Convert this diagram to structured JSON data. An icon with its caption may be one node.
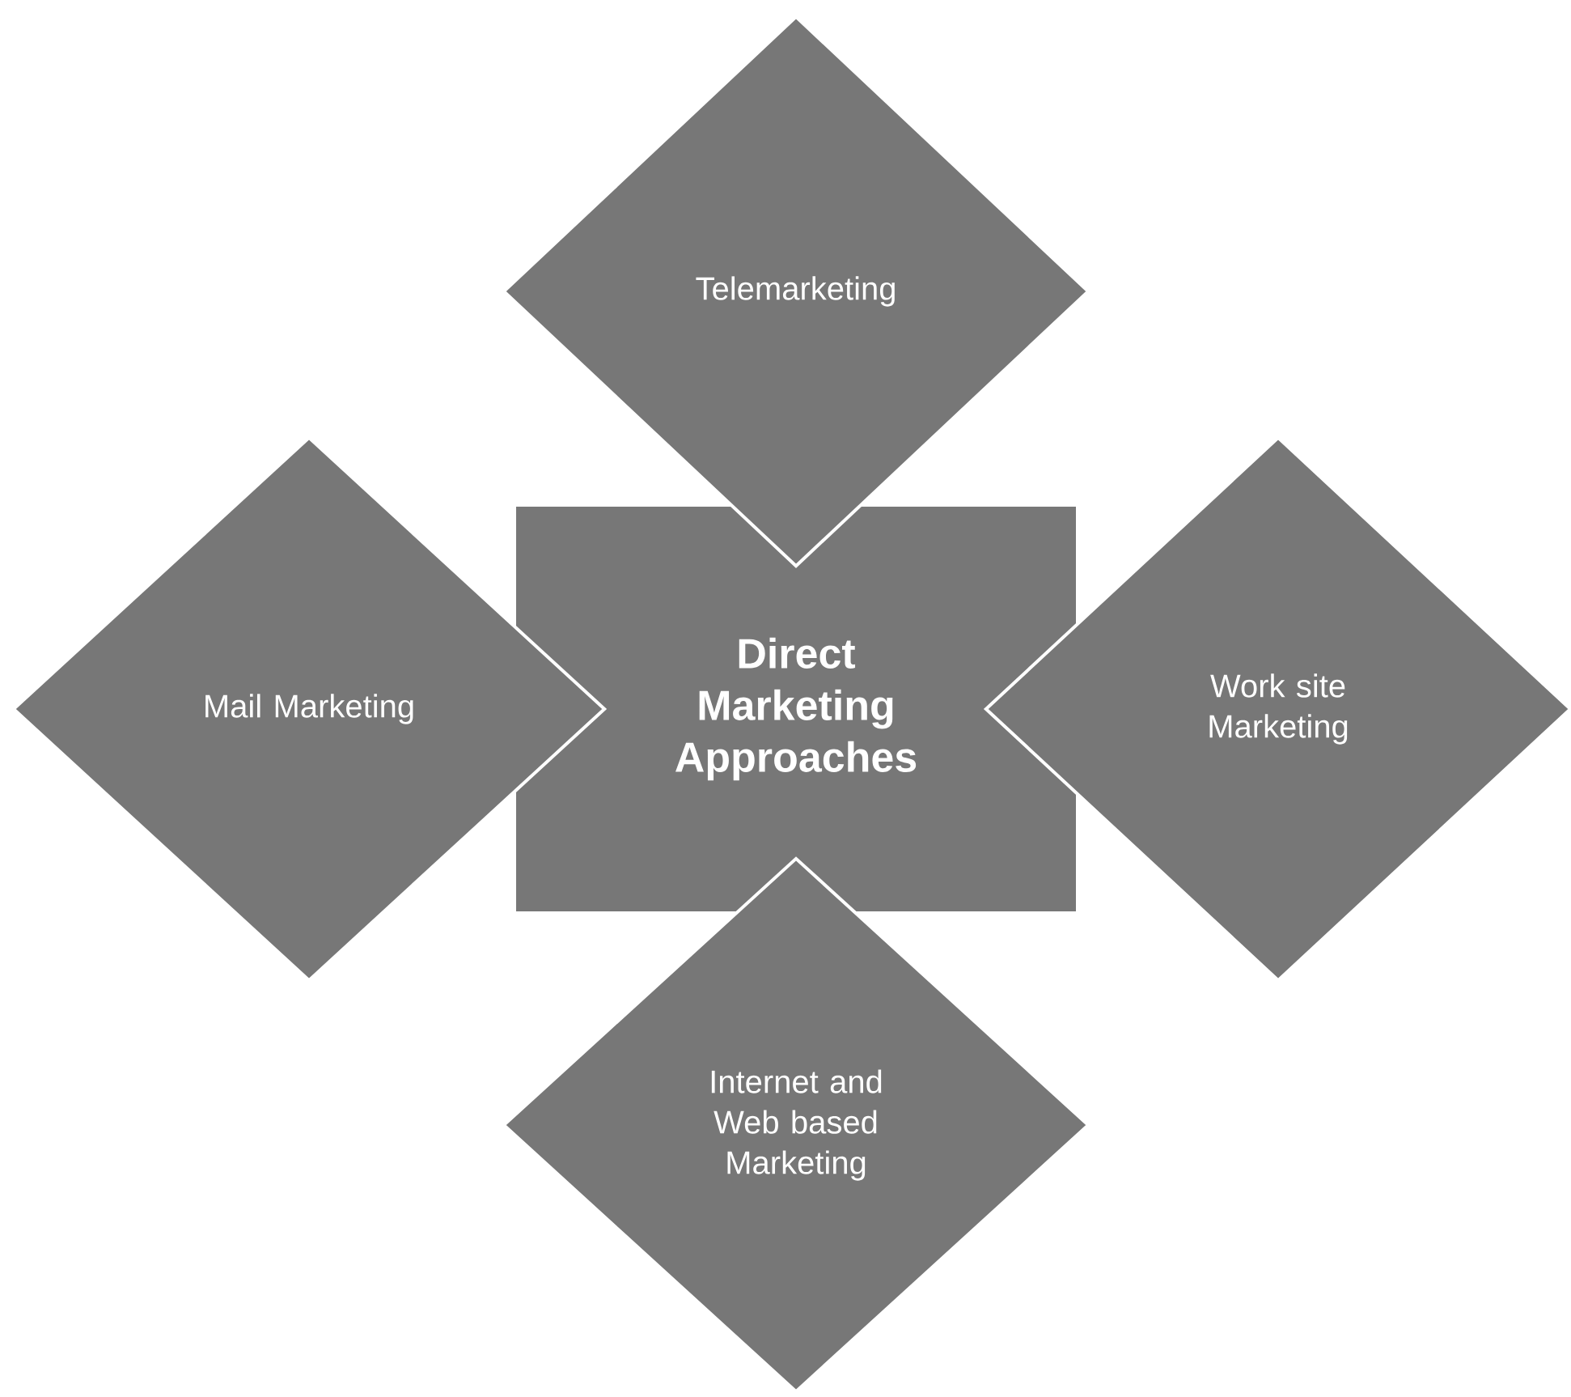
{
  "diagram": {
    "nodes": [
      {
        "text": [
          "Telemarketing"
        ]
      },
      {
        "text": [
          "Mail Marketing"
        ]
      },
      {
        "text": [
          "Direct Marketing Approaches"
        ]
      },
      {
        "text": [
          "Work site Marketing"
        ]
      },
      {
        "text": [
          "Internet and Web based Marketing"
        ]
      }
    ]
  }
}
